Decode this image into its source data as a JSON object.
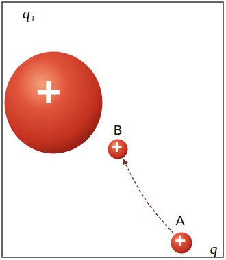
{
  "diagram": {
    "nodes": [
      {
        "text": [
          "q₁"
        ]
      },
      {
        "text": [
          "B"
        ]
      },
      {
        "text": [
          "A",
          "q"
        ]
      }
    ],
    "edges": [
      {
        "from": 2,
        "to": 1,
        "arrow": "to"
      }
    ]
  }
}
